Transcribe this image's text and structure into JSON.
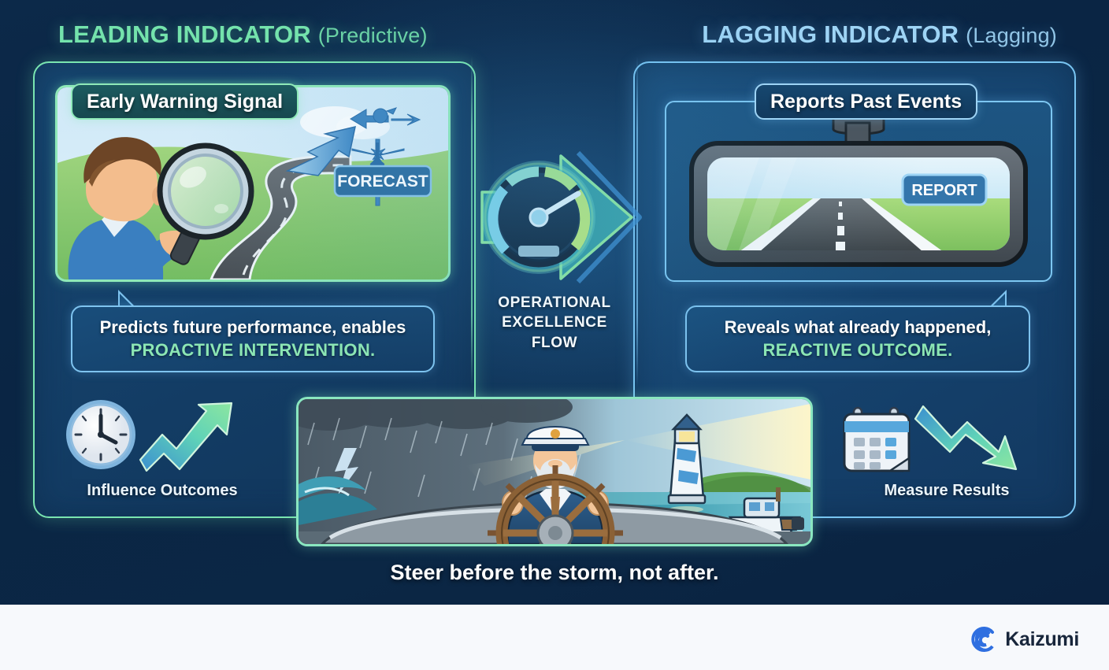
{
  "infographic": {
    "tagline": "Steer before the storm, not after.",
    "left": {
      "heading_main": "LEADING INDICATOR",
      "heading_sub": "(Predictive)",
      "badge": "Early Warning Signal",
      "illustration_label": "FORECAST",
      "caption_line1": "Predicts future performance, enables",
      "caption_line2": "PROACTIVE INTERVENTION.",
      "icon_row_label": "Influence Outcomes",
      "icons": [
        "clock-icon",
        "trend-up-arrow-icon"
      ],
      "accent_color": "#7ae5b0",
      "heading_color": "#74e3ac"
    },
    "right": {
      "heading_main": "LAGGING INDICATOR",
      "heading_sub": "(Lagging)",
      "badge": "Reports Past Events",
      "illustration_label": "REPORT",
      "caption_line1": "Reveals what already happened,",
      "caption_line2": "REACTIVE OUTCOME.",
      "icon_row_label": "Measure Results",
      "icons": [
        "calendar-icon",
        "trend-down-arrow-icon"
      ],
      "accent_color": "#79c5f2",
      "heading_color": "#9ed4f5"
    },
    "center": {
      "flow_line1": "OPERATIONAL",
      "flow_line2": "EXCELLENCE",
      "flow_line3": "FLOW",
      "gauge_icon": "speedometer-gauge-icon",
      "arrow_icon": "right-arrow-icon",
      "scene_icon": "captain-ship-wheel-lighthouse-illustration"
    },
    "background_color": "#0a2544"
  },
  "footer": {
    "brand_name": "Kaizumi",
    "logo_icon": "kaizumi-wave-logo",
    "logo_color": "#2f6fe0",
    "background_color": "#f7f9fc"
  }
}
